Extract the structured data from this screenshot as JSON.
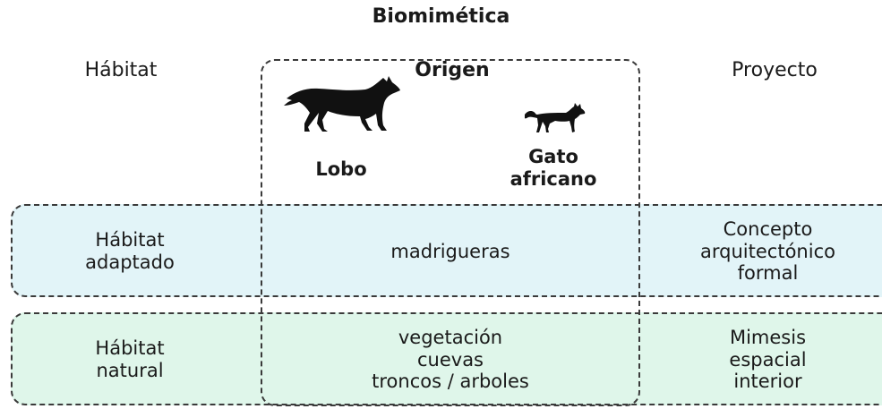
{
  "title": "Biomimética",
  "columns": {
    "habitat": "Hábitat",
    "origin": "Origen",
    "project": "Proyecto"
  },
  "animals": {
    "wolf": "Lobo",
    "cat_line1": "Gato",
    "cat_line2": "africano"
  },
  "rows": [
    {
      "habitat_line1": "Hábitat",
      "habitat_line2": "adaptado",
      "origin_line1": "madrigueras",
      "project_line1": "Concepto",
      "project_line2": "arquitectónico",
      "project_line3": "formal"
    },
    {
      "habitat_line1": "Hábitat",
      "habitat_line2": "natural",
      "origin_line1": "vegetación",
      "origin_line2": "cuevas",
      "origin_line3": "troncos / arboles",
      "project_line1": "Mimesis",
      "project_line2": "espacial",
      "project_line3": "interior"
    }
  ],
  "colors": {
    "band_blue": "#e2f4f8",
    "band_green": "#dff6ea",
    "dash": "#3a3a3a"
  },
  "icons": [
    "wolf-icon",
    "cat-icon"
  ]
}
